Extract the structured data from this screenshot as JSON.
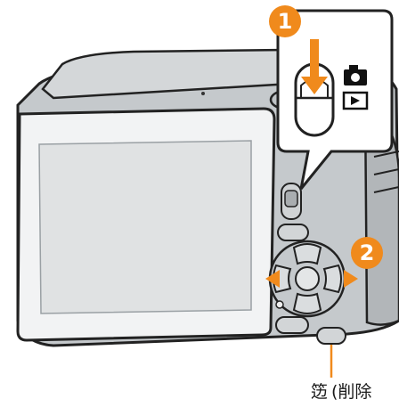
{
  "steps": {
    "step1": "1",
    "step2": "2"
  },
  "caption": {
    "icon": "trash-icon",
    "icon_glyph": "笾",
    "text": "(削除"
  },
  "icons": {
    "camera": "camera-icon",
    "playback": "playback-icon",
    "arrow_down": "arrow-down-icon",
    "arrow_left": "arrow-left-icon",
    "arrow_right": "arrow-right-icon"
  },
  "colors": {
    "accent": "#f08a1c",
    "body": "#b9bdc0",
    "screen": "#e0e2e3",
    "outline": "#222222"
  }
}
